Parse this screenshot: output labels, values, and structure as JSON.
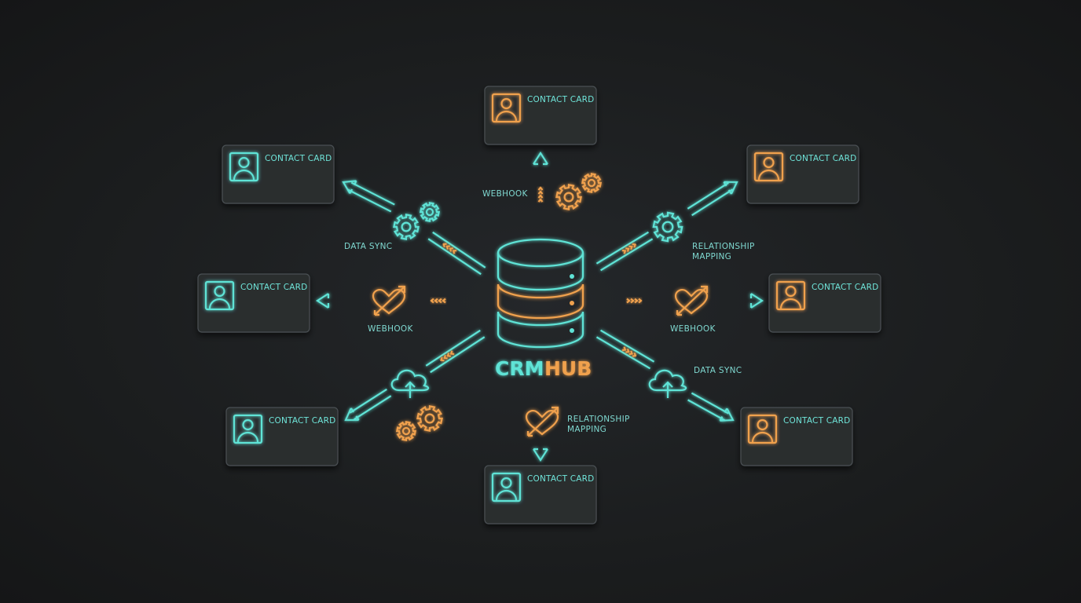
{
  "hub": {
    "title_part1": "CRM",
    "title_part2": "HUB",
    "icon": "database-icon"
  },
  "cards": [
    {
      "title": "CONTACT CARD"
    },
    {
      "title": "CONTACT CARD"
    },
    {
      "title": "CONTACT CARD"
    },
    {
      "title": "CONTACT CARD"
    },
    {
      "title": "CONTACT CARD"
    },
    {
      "title": "CONTACT CARD"
    },
    {
      "title": "CONTACT CARD"
    },
    {
      "title": "CONTACT CARD"
    }
  ],
  "labels": {
    "top": "WEBHOOK",
    "upper_left": "DATA SYNC",
    "upper_right_1": "RELATIONSHIP",
    "upper_right_2": "MAPPING",
    "mid_left": "WEBHOOK",
    "mid_right": "WEBHOOK",
    "lower_right": "DATA SYNC",
    "bottom_1": "RELATIONSHIP",
    "bottom_2": "MAPPING"
  },
  "colors": {
    "cyan": "#5fe3d6",
    "orange": "#f0a14e",
    "background": "#1b1d1e"
  }
}
